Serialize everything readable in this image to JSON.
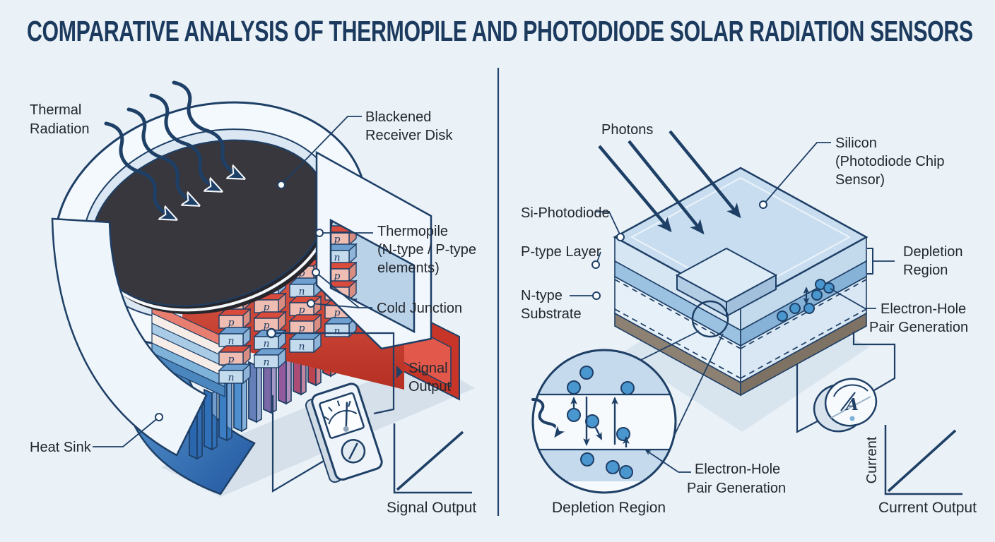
{
  "title": "COMPARATIVE ANALYSIS OF THERMOPILE AND PHOTODIODE SOLAR RADIATION SENSORS",
  "colors": {
    "background": "#eaf1f7",
    "ink": "#1e3f66",
    "title": "#1b3a5e",
    "text": "#22272e",
    "hot": "#d0402f",
    "cold": "#2f6db5",
    "electron_dot": "#4a96ce",
    "receiver_disk": "#37373d",
    "p_face": "#f0bdb2",
    "p_top": "#d94c3c",
    "n_face": "#c4daed",
    "n_top": "#6fa0d0",
    "heat_gradient": [
      "#2a66ae",
      "#2f70b8",
      "#3b7ec4",
      "#4f8fcd",
      "#667fb9",
      "#7b68a7",
      "#925a9b",
      "#aa4c74",
      "#bc4450",
      "#cd3f3a",
      "#d64430"
    ]
  },
  "left": {
    "labels": {
      "thermal_radiation": [
        "Thermal",
        "Radiation"
      ],
      "blackened_receiver_disk": [
        "Blackened",
        "Receiver Disk"
      ],
      "thermopile": [
        "Thermopile",
        "(N-type / P-type",
        "elements)"
      ],
      "cold_junction": "Cold Junction",
      "heat_sink": "Heat Sink",
      "signal_output": [
        "Signal",
        "Output"
      ],
      "graph_caption": "Signal Output"
    },
    "thermopile_letters": [
      [
        "n",
        "p",
        "p",
        "n",
        "p",
        "n"
      ],
      [
        "p",
        "n",
        "p",
        "p",
        "n",
        "n"
      ],
      [
        "n",
        "p",
        "n",
        "p",
        "p",
        "n"
      ],
      [
        "p",
        "n",
        "p",
        "p",
        "p",
        "n"
      ]
    ]
  },
  "right": {
    "labels": {
      "photons": "Photons",
      "silicon": [
        "Silicon",
        "(Photodiode Chip",
        "Sensor)"
      ],
      "si_photodiode": "Si-Photodiode",
      "p_type_layer": "P-type Layer",
      "n_type_substrate": [
        "N-type",
        "Substrate"
      ],
      "depletion_region": [
        "Depletion",
        "Region"
      ],
      "electron_hole": [
        "Electron-Hole",
        "Pair Generation"
      ],
      "magnifier_caption": "Depletion Region",
      "electron_hole_bottom": [
        "Electron-Hole",
        "Pair Generation"
      ],
      "ammeter_label": "A",
      "current_axis_label": "Current",
      "graph_caption": "Current Output"
    }
  }
}
